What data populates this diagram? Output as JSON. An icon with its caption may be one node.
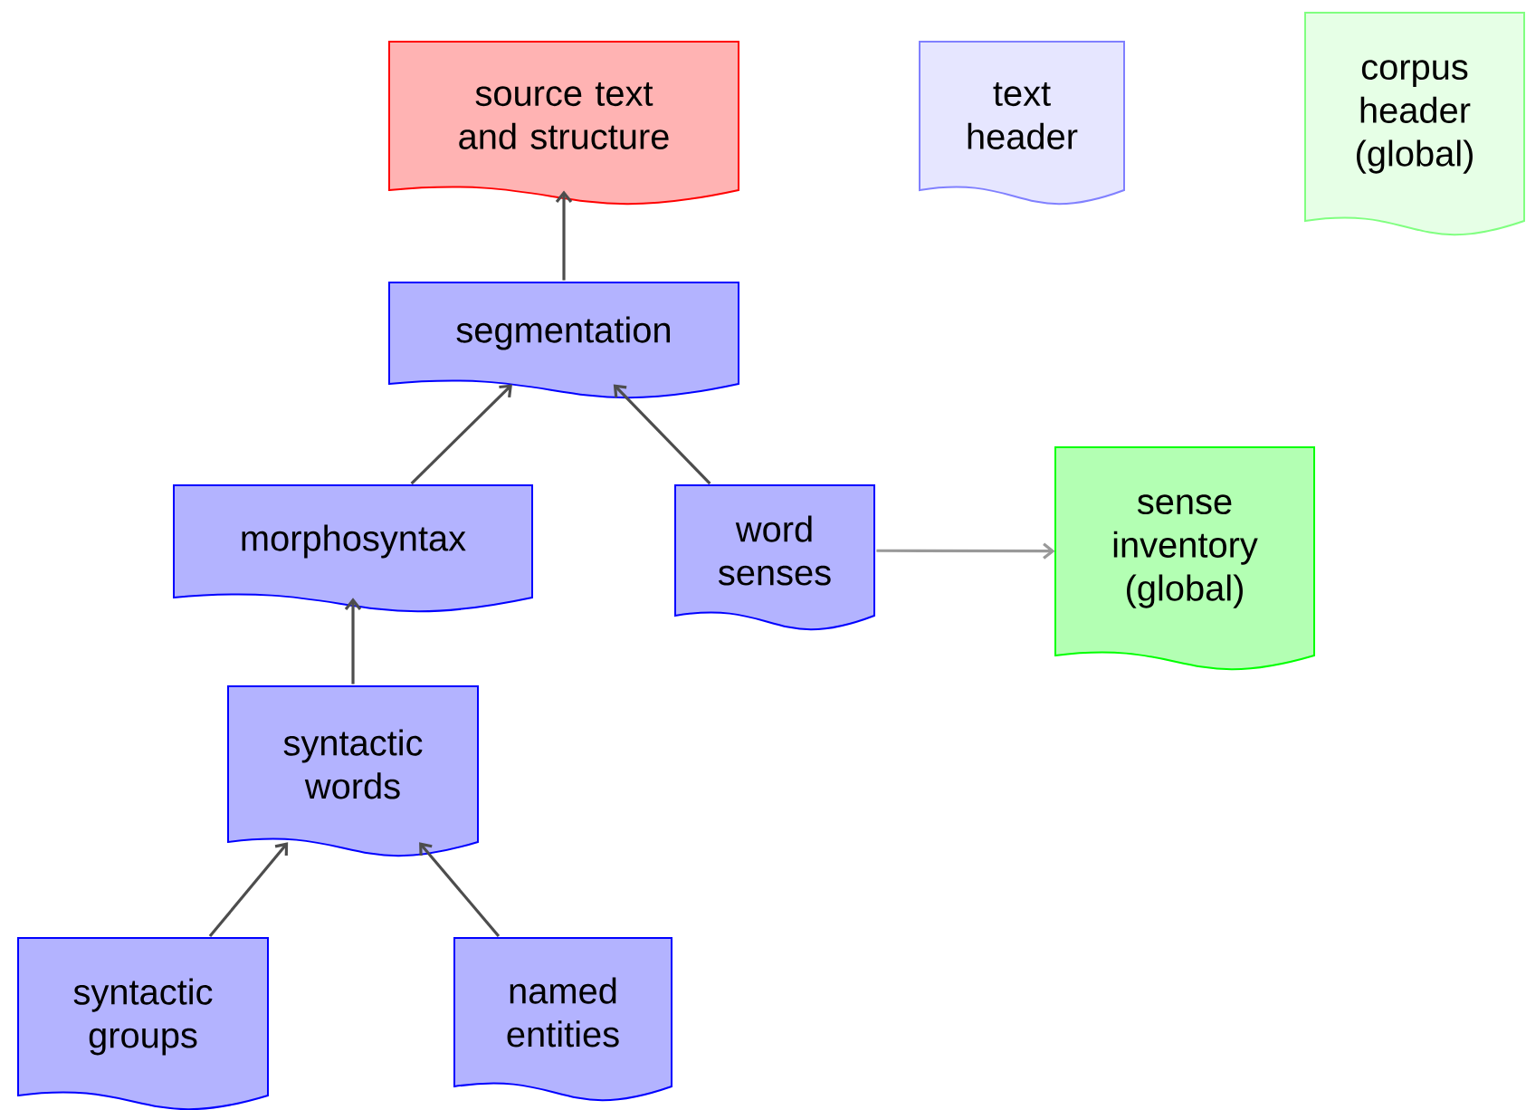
{
  "diagram": {
    "nodes": [
      {
        "text": [
          "source text and structure"
        ]
      },
      {
        "text": [
          "text header"
        ]
      },
      {
        "text": [
          "corpus header (global)"
        ]
      },
      {
        "text": [
          "segmentation"
        ]
      },
      {
        "text": [
          "morphosyntax"
        ]
      },
      {
        "text": [
          "word senses"
        ]
      },
      {
        "text": [
          "sense inventory (global)"
        ]
      },
      {
        "text": [
          "syntactic words"
        ]
      },
      {
        "text": [
          "syntactic groups"
        ]
      },
      {
        "text": [
          "named entities"
        ]
      }
    ],
    "edges": [
      {
        "from": 3,
        "to": 0,
        "arrow": "to"
      },
      {
        "from": 4,
        "to": 3,
        "arrow": "to"
      },
      {
        "from": 5,
        "to": 3,
        "arrow": "to"
      },
      {
        "from": 5,
        "to": 6,
        "arrow": "to",
        "color": "#999999"
      },
      {
        "from": 7,
        "to": 4,
        "arrow": "to"
      },
      {
        "from": 8,
        "to": 7,
        "arrow": "to"
      },
      {
        "from": 9,
        "to": 7,
        "arrow": "to"
      }
    ]
  }
}
